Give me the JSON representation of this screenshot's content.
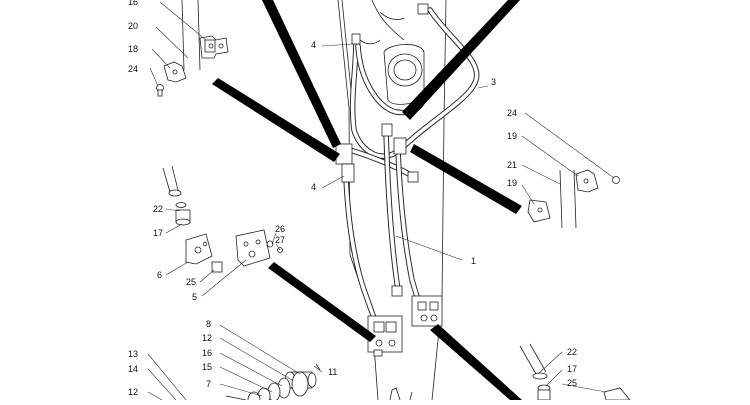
{
  "diagram": {
    "callouts": [
      {
        "id": "c-top",
        "text": "16"
      },
      {
        "id": "c20",
        "text": "20"
      },
      {
        "id": "c18",
        "text": "18"
      },
      {
        "id": "c24l",
        "text": "24"
      },
      {
        "id": "c22l",
        "text": "22"
      },
      {
        "id": "c17l",
        "text": "17"
      },
      {
        "id": "c6",
        "text": "6"
      },
      {
        "id": "c25l",
        "text": "25"
      },
      {
        "id": "c5",
        "text": "5"
      },
      {
        "id": "c26",
        "text": "26"
      },
      {
        "id": "c27",
        "text": "27"
      },
      {
        "id": "c4a",
        "text": "4"
      },
      {
        "id": "c4b",
        "text": "4"
      },
      {
        "id": "c3",
        "text": "3"
      },
      {
        "id": "c1",
        "text": "1"
      },
      {
        "id": "c24r",
        "text": "24"
      },
      {
        "id": "c19a",
        "text": "19"
      },
      {
        "id": "c21",
        "text": "21"
      },
      {
        "id": "c19b",
        "text": "19"
      },
      {
        "id": "c8",
        "text": "8"
      },
      {
        "id": "c12a",
        "text": "12"
      },
      {
        "id": "c16",
        "text": "16"
      },
      {
        "id": "c15",
        "text": "15"
      },
      {
        "id": "c7",
        "text": "7"
      },
      {
        "id": "c11",
        "text": "11"
      },
      {
        "id": "c13",
        "text": "13"
      },
      {
        "id": "c14",
        "text": "14"
      },
      {
        "id": "c12b",
        "text": "12"
      },
      {
        "id": "c22r",
        "text": "22"
      },
      {
        "id": "c17r",
        "text": "17"
      },
      {
        "id": "c25r",
        "text": "25"
      }
    ]
  }
}
